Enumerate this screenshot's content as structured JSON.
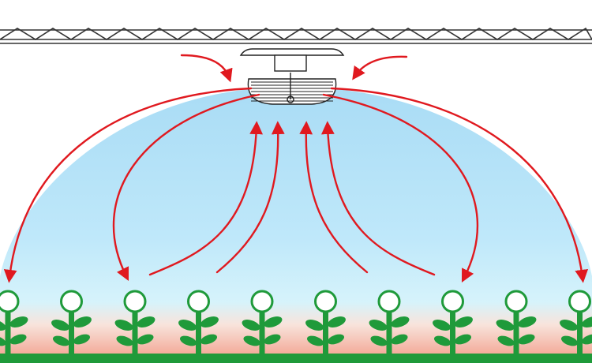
{
  "colors": {
    "background": "#ffffff",
    "dome_top": "#a9dcf5",
    "dome_mid": "#bfe8fa",
    "dome_base_warm": "#f29a86",
    "arrow": "#e0191f",
    "plant_stem": "#1f9a3a",
    "plant_leaf": "#1f9a3a",
    "plant_flower_fill": "#ffffff",
    "ground": "#1f9a3a",
    "truss": "#333333",
    "fan_body": "#ffffff",
    "fan_outline": "#222222"
  },
  "scene": {
    "roof": {
      "icon": "greenhouse-roof-truss"
    },
    "fan": {
      "icon": "ceiling-circulation-fan"
    },
    "plants": {
      "icon": "seedling-icon",
      "count": 10
    },
    "airflow": {
      "intake_arrows": 2,
      "rising_arrows": 4,
      "falling_arrows": 4
    }
  }
}
